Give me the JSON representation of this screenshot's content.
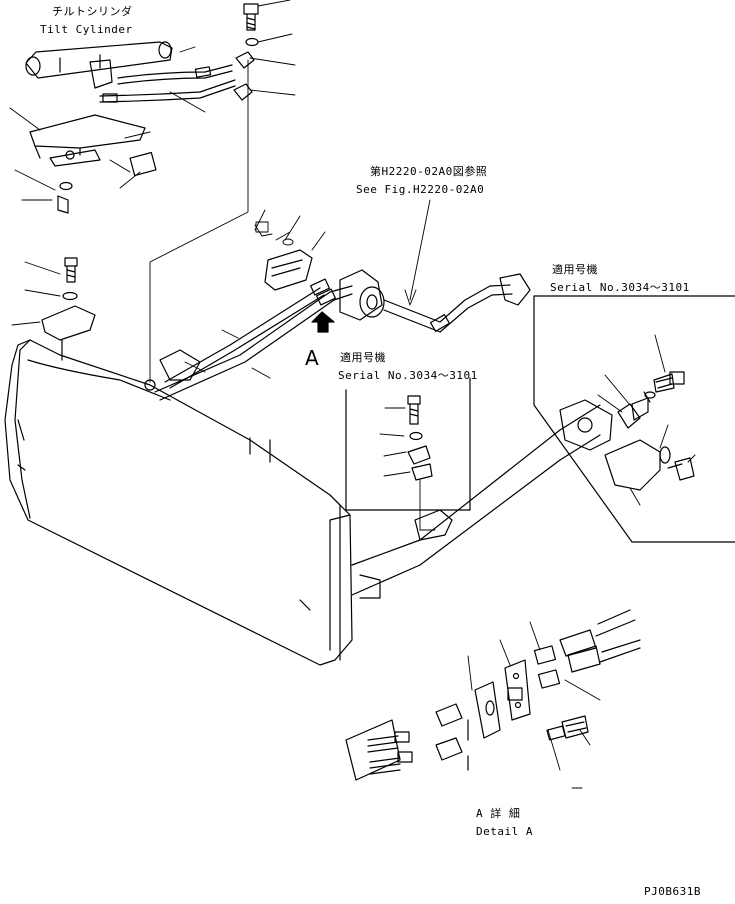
{
  "labels": {
    "tilt_cylinder_jp": "チルトシリンダ",
    "tilt_cylinder_en": "Tilt Cylinder",
    "see_fig_jp": "第H2220-02A0図参照",
    "see_fig_en": "See Fig.H2220-02A0",
    "serial_jp_right": "適用号機",
    "serial_en_right": "Serial No.3034～3101",
    "serial_jp_center": "適用号機",
    "serial_en_center": "Serial No.3034～3101",
    "view_marker": "A",
    "detail_jp": "A 詳 細",
    "detail_en": "Detail A",
    "drawing_code": "PJ0B631B"
  }
}
